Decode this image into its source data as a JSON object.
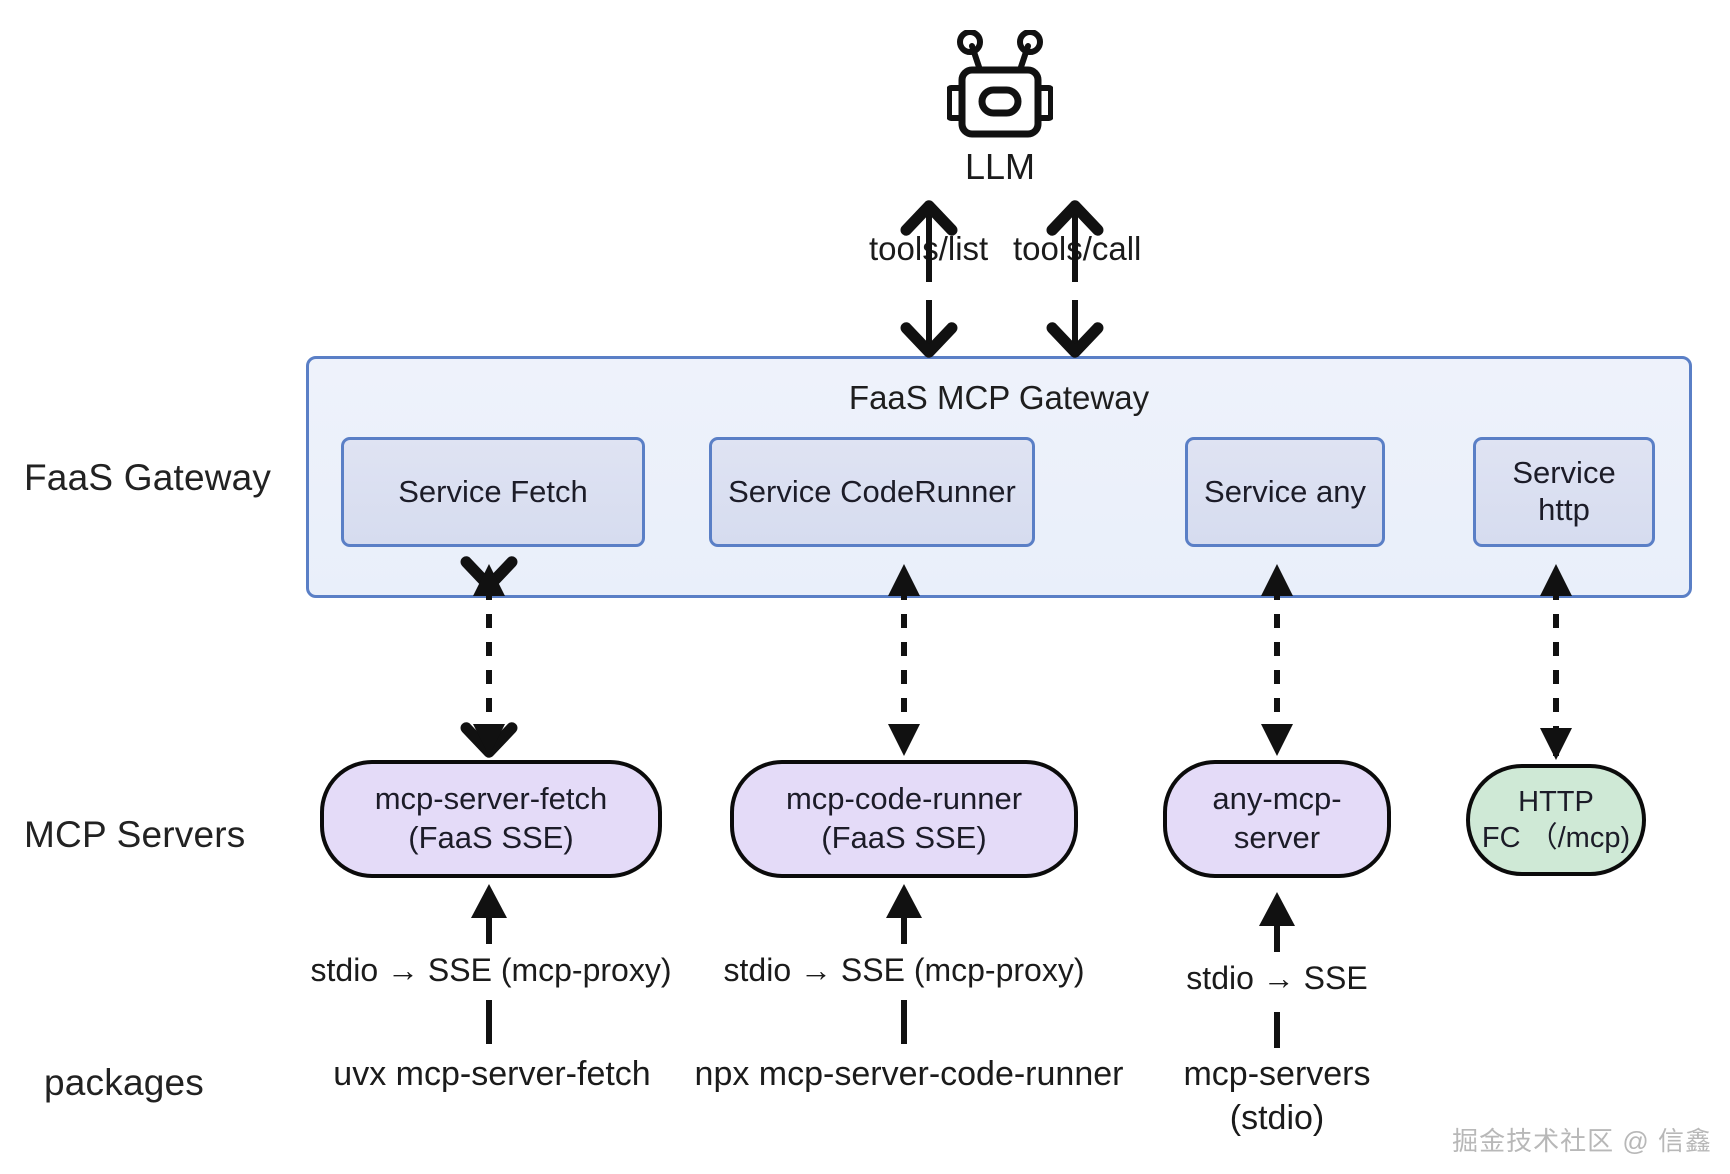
{
  "diagram": {
    "title": "FaaS MCP Gateway architecture",
    "watermark": "掘金技术社区 @ 信鑫"
  },
  "llm": {
    "icon": "robot-icon",
    "label": "LLM"
  },
  "protocol_arrows": [
    {
      "label": "tools/list",
      "direction": "bidirectional"
    },
    {
      "label": "tools/call",
      "direction": "bidirectional"
    }
  ],
  "row_labels": {
    "gateway": "FaaS Gateway",
    "servers": "MCP Servers",
    "packages": "packages"
  },
  "gateway": {
    "title": "FaaS MCP Gateway",
    "border_color": "#5a7fc6",
    "fill_color": "#eef2fb",
    "services": [
      {
        "label": "Service Fetch"
      },
      {
        "label": "Service CodeRunner"
      },
      {
        "label": "Service any"
      },
      {
        "label": "Service\nhttp",
        "line1": "Service",
        "line2": "http"
      }
    ]
  },
  "mcp_servers": [
    {
      "line1": "mcp-server-fetch",
      "line2": "(FaaS SSE)",
      "color": "#e4dbf8",
      "kind": "purple"
    },
    {
      "line1": "mcp-code-runner",
      "line2": "(FaaS SSE)",
      "color": "#e4dbf8",
      "kind": "purple"
    },
    {
      "line1": "any-mcp-",
      "line2": "server",
      "color": "#e4dbf8",
      "kind": "purple"
    },
    {
      "line1": "HTTP",
      "line2": "FC （/mcp)",
      "color": "#cfe9d6",
      "kind": "green"
    }
  ],
  "transport_labels": [
    {
      "text": "stdio → SSE (mcp-proxy)"
    },
    {
      "text": "stdio → SSE (mcp-proxy)"
    },
    {
      "text": "stdio →  SSE"
    }
  ],
  "packages": [
    {
      "line1": "uvx mcp-server-fetch",
      "line2": ""
    },
    {
      "line1": "npx mcp-server-code-runner",
      "line2": ""
    },
    {
      "line1": "mcp-servers",
      "line2": "(stdio)"
    }
  ]
}
